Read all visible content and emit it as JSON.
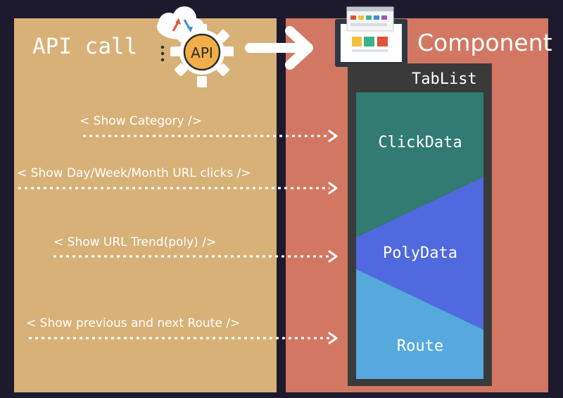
{
  "left_panel": {
    "title": "API call",
    "color": "#d7b178"
  },
  "right_panel": {
    "title": "Component",
    "color": "#d27862"
  },
  "api_badge": {
    "label": "API",
    "icon": "cloud-sync-gear-icon"
  },
  "monitor": {
    "icon": "monitor-layout-icon"
  },
  "calls": [
    {
      "label": "< Show Category />"
    },
    {
      "label": "< Show Day/Week/Month URL clicks />"
    },
    {
      "label": "< Show URL Trend(poly) />"
    },
    {
      "label": "< Show previous and next Route />"
    }
  ],
  "tablist": {
    "title": "TabList",
    "sections": [
      {
        "label": "ClickData",
        "color": "#317b72"
      },
      {
        "label": "PolyData",
        "color": "#5069df"
      },
      {
        "label": "Route",
        "color": "#55a9dd"
      }
    ]
  }
}
